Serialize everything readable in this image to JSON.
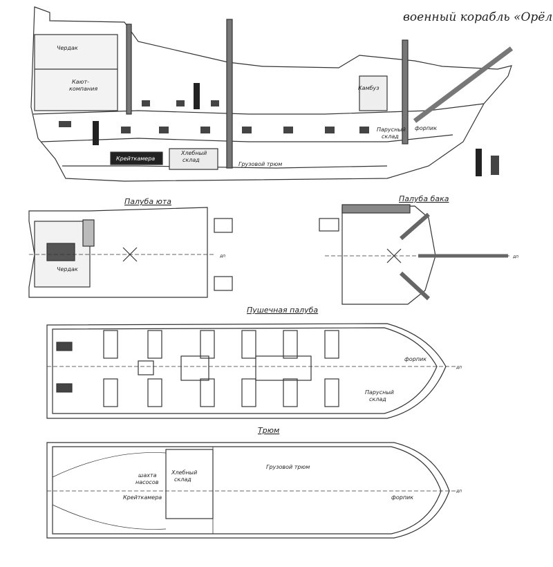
{
  "title": "военный корабль «Орёл»",
  "side_view": {
    "labels": {
      "cherdak": "Чердак",
      "kayut_kompaniya_1": "Кают-",
      "kayut_kompaniya_2": "компания",
      "kambuz": "Камбуз",
      "parusny_sklad_1": "Парусный",
      "parusny_sklad_2": "склад",
      "forpik": "форпик",
      "kreyt_kamera": "Крейткамера",
      "khlebny_sklad_1": "Хлебный",
      "khlebny_sklad_2": "склад",
      "gruzovoy_trum": "Грузовой трюм"
    }
  },
  "poop_deck": {
    "heading": "Палуба юта",
    "labels": {
      "cherdak": "Чердак",
      "dp": "дп"
    }
  },
  "forecastle_deck": {
    "heading": "Палуба бака",
    "labels": {
      "dp": "дп"
    }
  },
  "gun_deck": {
    "heading": "Пушечная палуба",
    "labels": {
      "forpik": "форпик",
      "parusny_1": "Парусный",
      "parusny_2": "склад",
      "dp": "дп"
    }
  },
  "hold": {
    "heading": "Трюм",
    "labels": {
      "shakhta_1": "шахта",
      "shakhta_2": "насосов",
      "khlebny_1": "Хлебный",
      "khlebny_2": "склад",
      "gruzovoy_trum": "Грузовой трюм",
      "kreyt_kamera": "Крейткамера",
      "forpik": "форпик",
      "dp": "дп"
    }
  }
}
